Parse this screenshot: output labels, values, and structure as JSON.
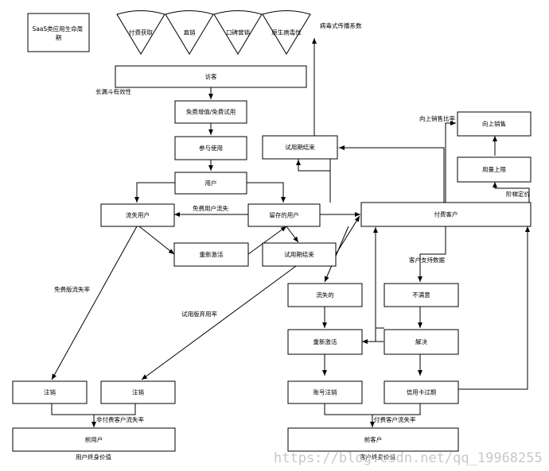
{
  "title": "SaaS类应用生命周期",
  "channels": [
    "付费获取",
    "直销",
    "口碑营销",
    "原生病毒性"
  ],
  "nodes": {
    "visitor": "访客",
    "freemium": "免费增值/免费试用",
    "engage": "参与使用",
    "user": "用户",
    "churned_user": "流失用户",
    "retained_user": "留存的用户",
    "reactivate_free": "重新激活",
    "trial_end_mid": "试用期结束",
    "trial_end_top": "试用期结束",
    "paying_customer": "付费客户",
    "upsell": "向上销售",
    "usage_cap": "用量上限",
    "churned_paid": "流失的",
    "dissatisfied": "不满意",
    "reactivate_paid": "重新激活",
    "resolve": "解决",
    "cancel_free": "注销",
    "cancel_trial": "注销",
    "account_cancel": "账号注销",
    "card_expired": "信用卡过期",
    "former_user": "前用户",
    "former_customer": "前客户"
  },
  "labels": {
    "viral_coefficient": "病毒式传播系数",
    "funnel_effectiveness": "长漏斗有效性",
    "upsell_ratio": "向上销售比率",
    "tiered_pricing": "阶梯定价",
    "free_user_churn": "免费用户流失",
    "customer_support_data": "客户支持数据",
    "free_version_churn_rate": "免费版流失率",
    "trial_abandon_rate": "试用版弃用率",
    "nonpaying_churn_rate": "非付费客户流失率",
    "paying_churn_rate": "付费客户流失率",
    "user_lifetime_value": "用户终身价值",
    "customer_lifetime_value": "客户终身价值"
  },
  "watermark": "https://blog.csdn.net/qq_19968255"
}
